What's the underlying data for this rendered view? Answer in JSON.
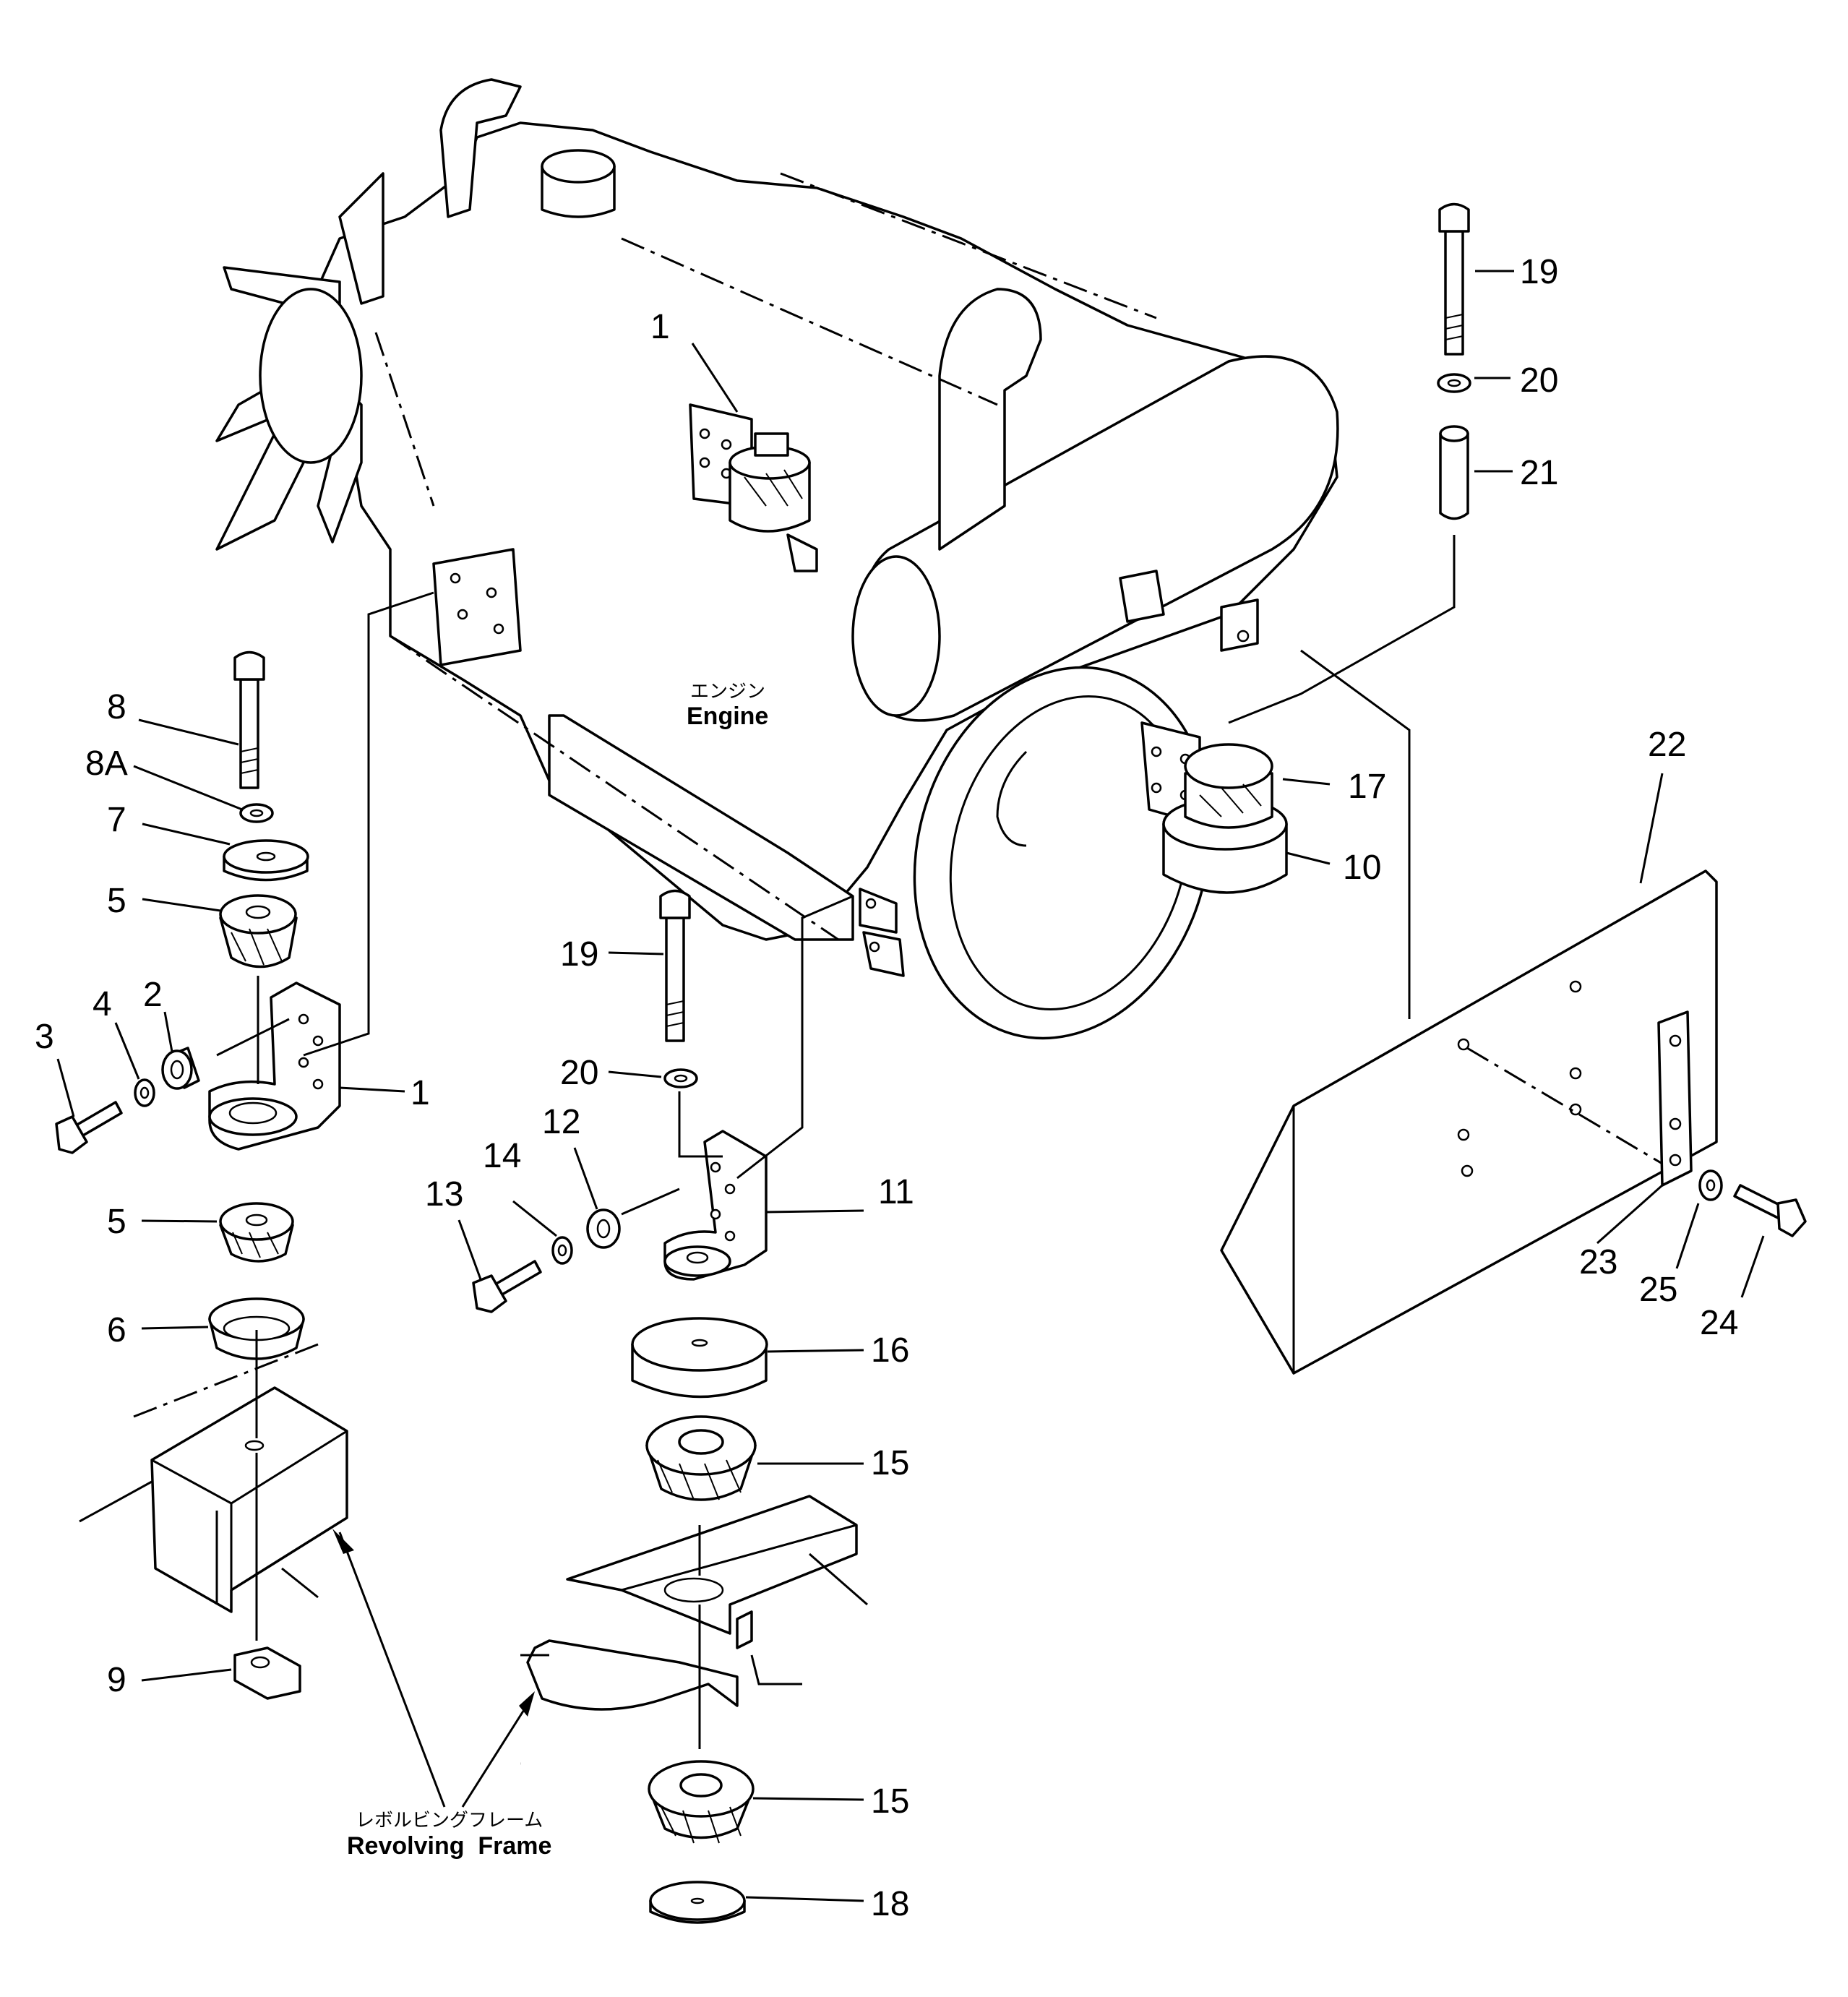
{
  "callouts": [
    "1",
    "1",
    "2",
    "3",
    "4",
    "5",
    "5",
    "6",
    "7",
    "8",
    "8A",
    "9",
    "10",
    "11",
    "12",
    "13",
    "14",
    "15",
    "15",
    "16",
    "17",
    "18",
    "19",
    "19",
    "20",
    "20",
    "21",
    "22",
    "23",
    "24",
    "25"
  ],
  "captions": {
    "engine_jp": "エンジン",
    "engine_en": "Engine",
    "frame_jp": "レボルビングフレーム",
    "frame_en": "Revolving  Frame"
  }
}
